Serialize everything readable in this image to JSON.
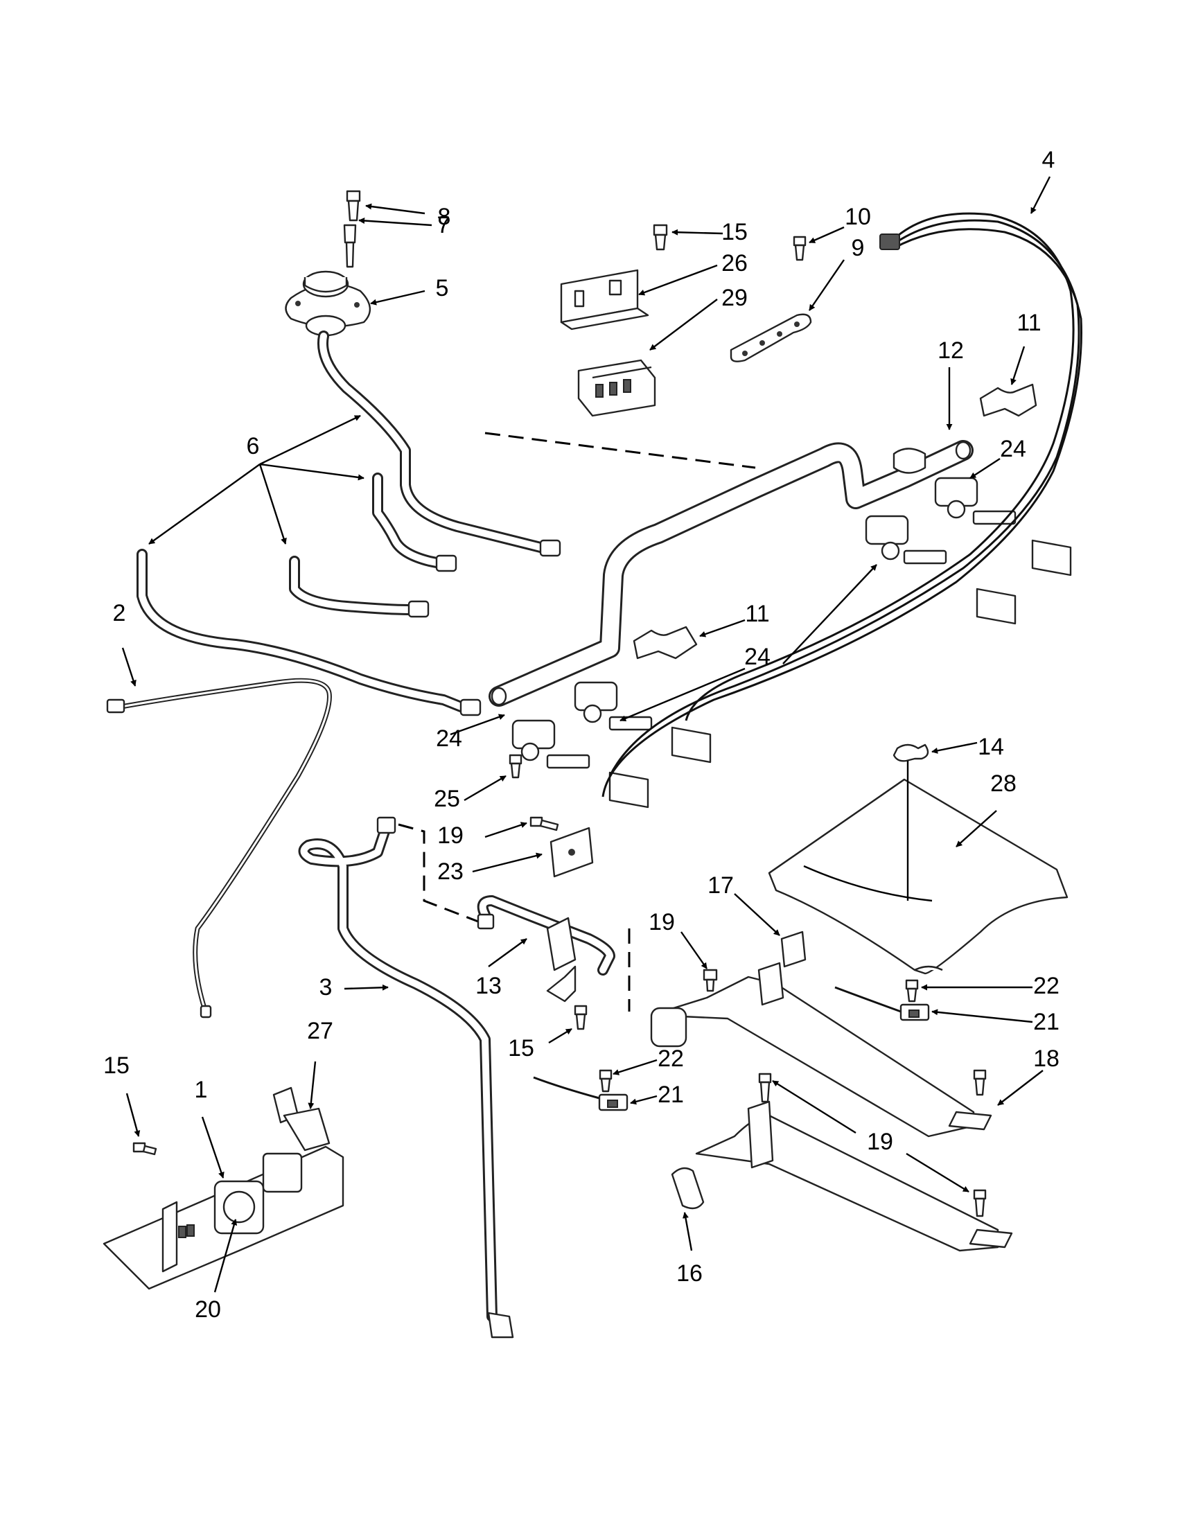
{
  "callouts": [
    {
      "id": "c8",
      "label": "8"
    },
    {
      "id": "c7",
      "label": "7"
    },
    {
      "id": "c5",
      "label": "5"
    },
    {
      "id": "c6",
      "label": "6"
    },
    {
      "id": "c2",
      "label": "2"
    },
    {
      "id": "c15a",
      "label": "15"
    },
    {
      "id": "c26",
      "label": "26"
    },
    {
      "id": "c29",
      "label": "29"
    },
    {
      "id": "c10",
      "label": "10"
    },
    {
      "id": "c9",
      "label": "9"
    },
    {
      "id": "c4",
      "label": "4"
    },
    {
      "id": "c11a",
      "label": "11"
    },
    {
      "id": "c12",
      "label": "12"
    },
    {
      "id": "c24a",
      "label": "24"
    },
    {
      "id": "c11b",
      "label": "11"
    },
    {
      "id": "c24b",
      "label": "24"
    },
    {
      "id": "c24c",
      "label": "24"
    },
    {
      "id": "c25",
      "label": "25"
    },
    {
      "id": "c14",
      "label": "14"
    },
    {
      "id": "c28",
      "label": "28"
    },
    {
      "id": "c19a",
      "label": "19"
    },
    {
      "id": "c23",
      "label": "23"
    },
    {
      "id": "c17",
      "label": "17"
    },
    {
      "id": "c19b",
      "label": "19"
    },
    {
      "id": "c13",
      "label": "13"
    },
    {
      "id": "c3",
      "label": "3"
    },
    {
      "id": "c27",
      "label": "27"
    },
    {
      "id": "c15b",
      "label": "15"
    },
    {
      "id": "c15c",
      "label": "15"
    },
    {
      "id": "c1",
      "label": "1"
    },
    {
      "id": "c22a",
      "label": "22"
    },
    {
      "id": "c21a",
      "label": "21"
    },
    {
      "id": "c22b",
      "label": "22"
    },
    {
      "id": "c21b",
      "label": "21"
    },
    {
      "id": "c18",
      "label": "18"
    },
    {
      "id": "c19c",
      "label": "19"
    },
    {
      "id": "c20",
      "label": "20"
    },
    {
      "id": "c16",
      "label": "16"
    }
  ]
}
